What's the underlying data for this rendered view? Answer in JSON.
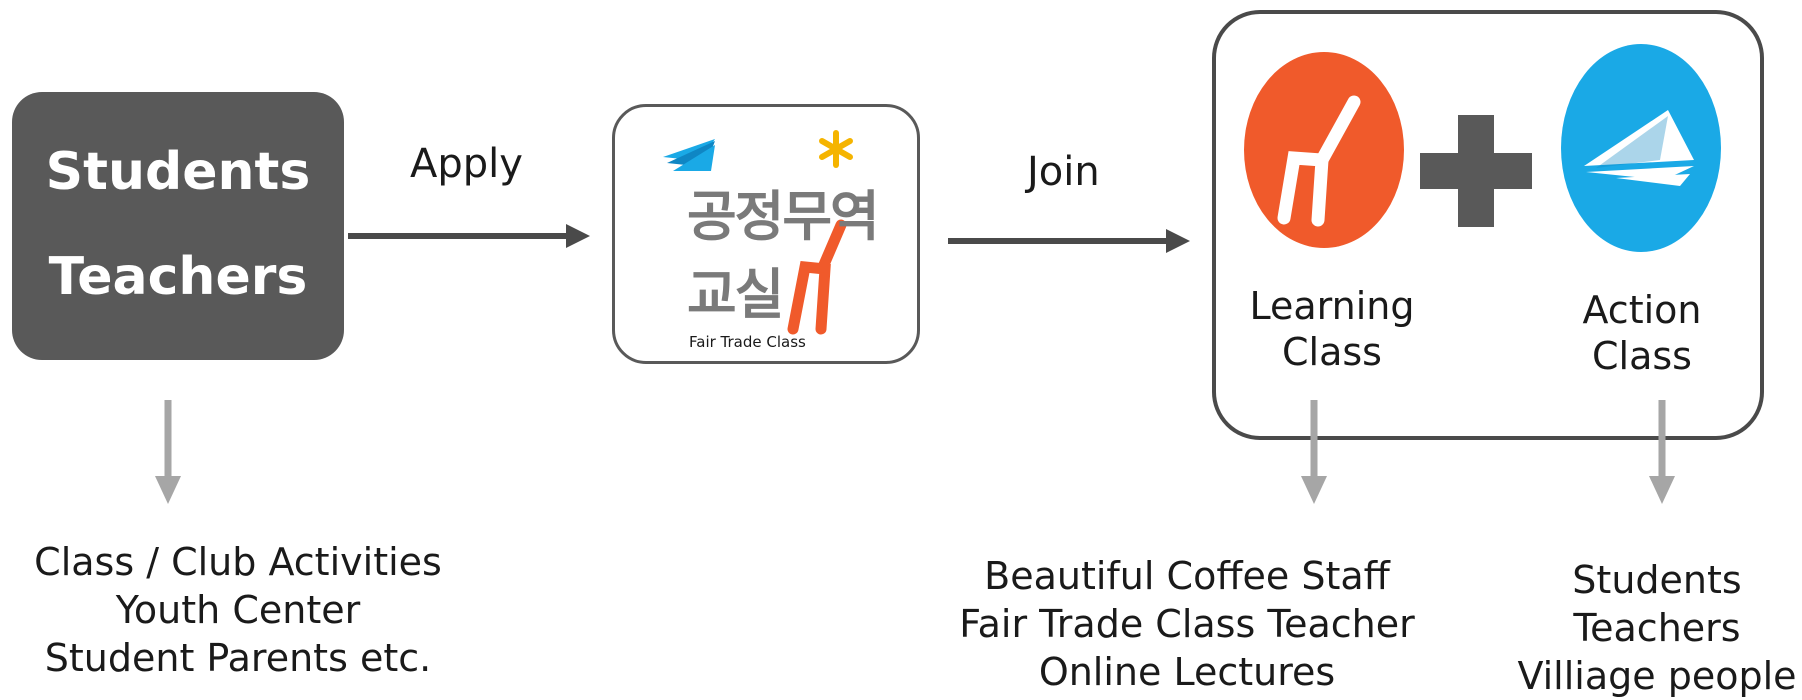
{
  "sources": {
    "line1": "Students",
    "line2": "Teachers"
  },
  "arrows": {
    "apply_label": "Apply",
    "join_label": "Join"
  },
  "logo": {
    "korean_line1": "공정무역",
    "korean_line2": "교실",
    "english_caption": "Fair Trade Class"
  },
  "classes": {
    "learning": {
      "line1": "Learning",
      "line2": "Class"
    },
    "action": {
      "line1": "Action",
      "line2": "Class"
    }
  },
  "outputs": {
    "sources_details": [
      "Class / Club Activities",
      "Youth Center",
      "Student Parents etc."
    ],
    "learning_details": [
      "Beautiful Coffee Staff",
      "Fair Trade Class Teacher",
      "Online Lectures"
    ],
    "action_details": [
      "Students",
      "Teachers",
      "Villiage people"
    ]
  },
  "colors": {
    "dark_box": "#595959",
    "learning_orange": "#f05a2b",
    "action_blue": "#1aa9e6",
    "plus_gray": "#595959",
    "arrow_dark": "#4a4a4a",
    "arrow_light": "#a6a6a6"
  },
  "icons": {
    "learning": "chair-icon",
    "action": "paper-plane-icon",
    "logo_plane": "paper-plane-icon",
    "logo_star": "asterisk-icon",
    "logo_chair": "chair-icon",
    "plus": "plus-icon"
  }
}
